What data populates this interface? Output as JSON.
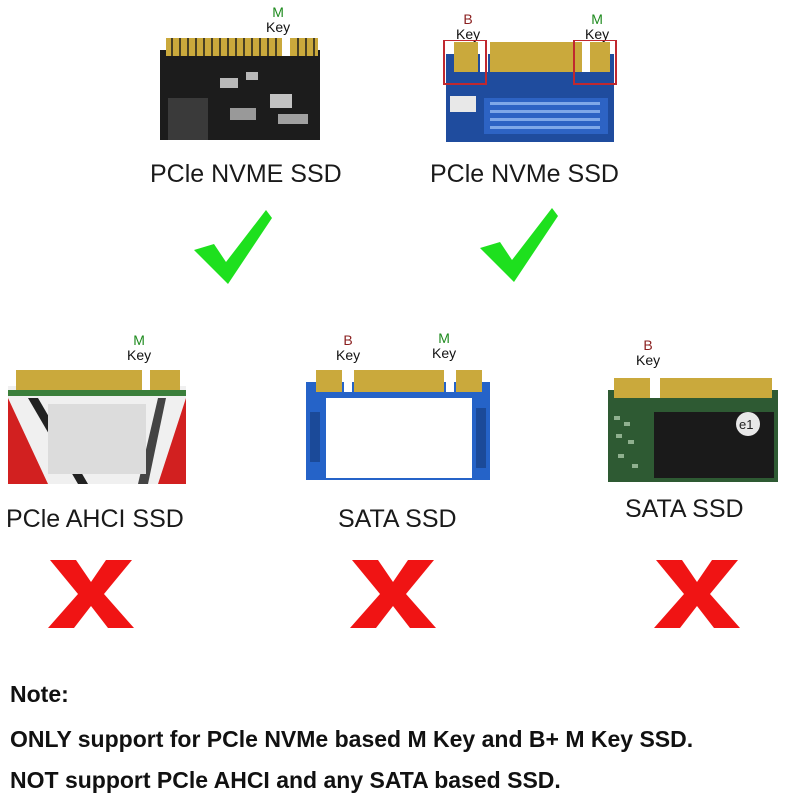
{
  "colors": {
    "key_m": "#1d8a1d",
    "key_b": "#8a1f1f",
    "check": "#1ee01e",
    "cross": "#f01414",
    "highlight_box": "#c0282f"
  },
  "top": [
    {
      "label": "PCle NVME SSD",
      "keys": [
        {
          "letter": "M",
          "word": "Key"
        }
      ],
      "status": "check"
    },
    {
      "label": "PCle NVMe SSD",
      "keys": [
        {
          "letter": "B",
          "word": "Key"
        },
        {
          "letter": "M",
          "word": "Key"
        }
      ],
      "status": "check"
    }
  ],
  "bottom": [
    {
      "label": "PCle AHCI SSD",
      "keys": [
        {
          "letter": "M",
          "word": "Key"
        }
      ],
      "status": "cross"
    },
    {
      "label": "SATA SSD",
      "keys": [
        {
          "letter": "B",
          "word": "Key"
        },
        {
          "letter": "M",
          "word": "Key"
        }
      ],
      "status": "cross"
    },
    {
      "label": "SATA SSD",
      "keys": [
        {
          "letter": "B",
          "word": "Key"
        }
      ],
      "status": "cross"
    }
  ],
  "note": {
    "heading": "Note:",
    "line1": "ONLY support for PCle NVMe based M Key and B+ M Key SSD.",
    "line2": "NOT support PCle AHCI and any SATA based SSD."
  }
}
